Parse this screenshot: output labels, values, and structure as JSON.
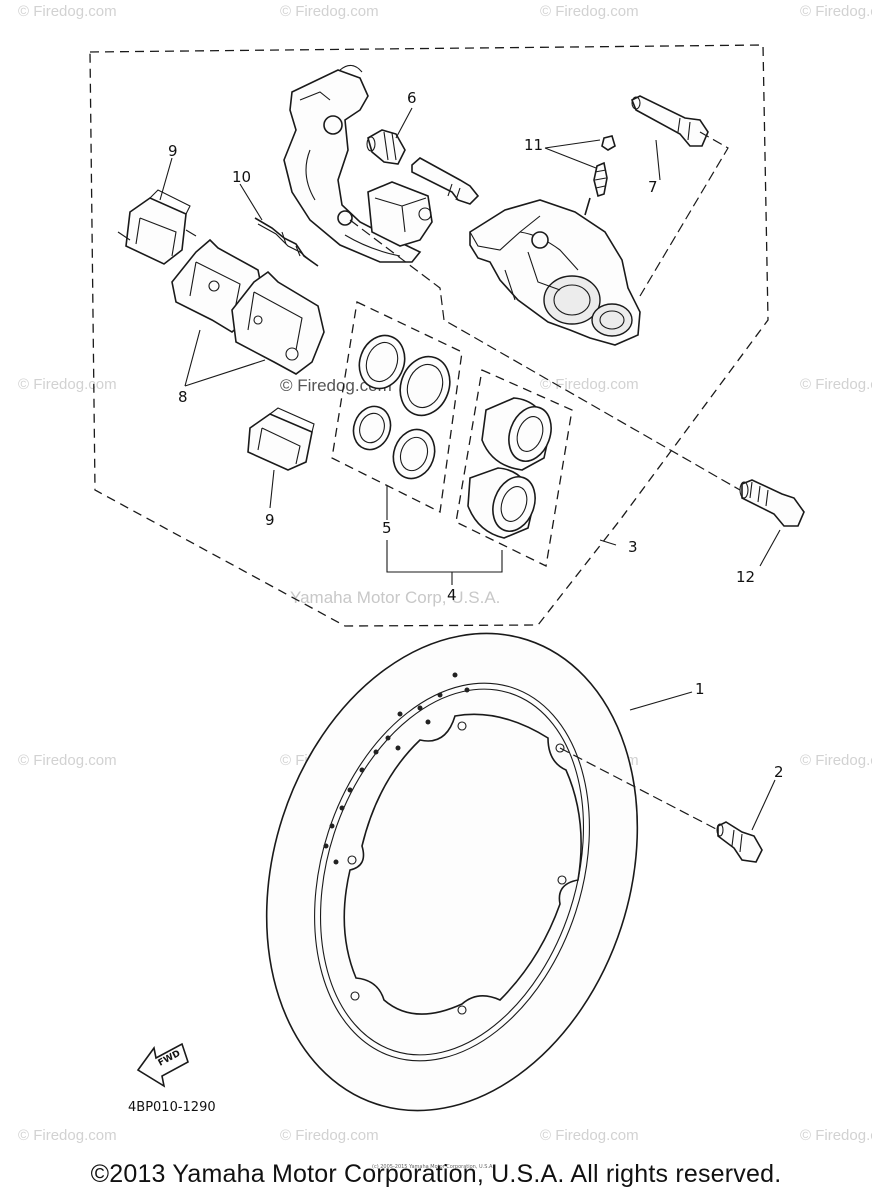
{
  "watermarks": {
    "firedog": "© Firedog.com",
    "mid_firedog": "© Firedog.com",
    "mid_yamaha": "Yamaha Motor Corp, U.S.A."
  },
  "callouts": {
    "c1": "1",
    "c2": "2",
    "c3": "3",
    "c4": "4",
    "c5": "5",
    "c6": "6",
    "c7": "7",
    "c8": "8",
    "c9a": "9",
    "c9b": "9",
    "c10": "10",
    "c11": "11",
    "c12": "12"
  },
  "fwd_label": "FWD",
  "diagram_code": "4BP010-1290",
  "fine_print": "(c) 2005-2015 Yamaha Motor Corporation, U.S.A.",
  "copyright": "©2013 Yamaha Motor Corporation, U.S.A. All rights reserved."
}
